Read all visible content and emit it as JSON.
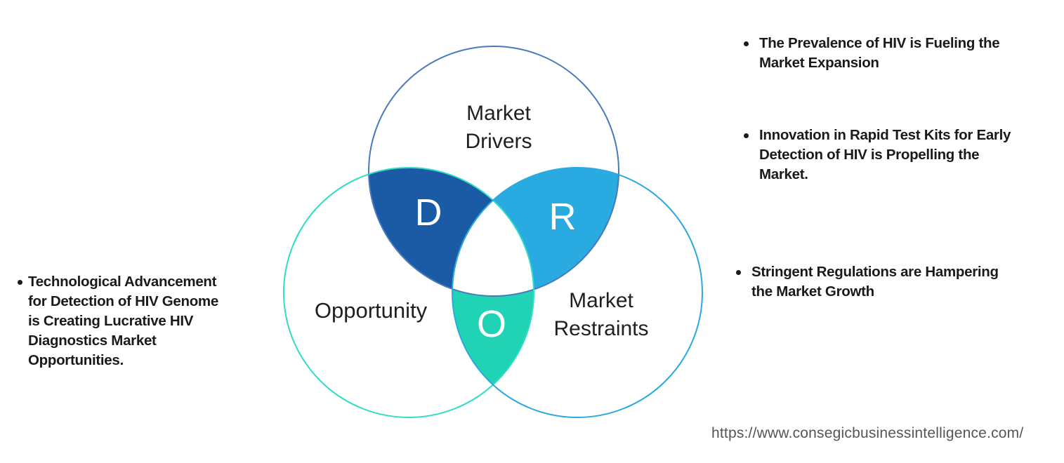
{
  "venn": {
    "drivers": {
      "label": [
        "Market",
        "Drivers"
      ],
      "letter": "D",
      "circle_color": "#4779bd",
      "overlap_color": "#1b5aa5"
    },
    "opportunity": {
      "label": "Opportunity",
      "letter": "O",
      "circle_color": "#2fdcc4",
      "overlap_color": "#21d3b5"
    },
    "restraints": {
      "label": [
        "Market",
        "Restraints"
      ],
      "letter": "R",
      "circle_color": "#2aa9e0",
      "overlap_color": "#29abe2"
    },
    "center_color": "#ffffff"
  },
  "insights": {
    "left": [
      {
        "lines": [
          "Technological Advancement",
          "for Detection of HIV Genome",
          "is Creating Lucrative HIV",
          "Diagnostics Market",
          "Opportunities."
        ]
      }
    ],
    "right": [
      {
        "lines": [
          "The Prevalence of HIV is Fueling the",
          "Market Expansion"
        ]
      },
      {
        "lines": [
          "Innovation in Rapid Test Kits for Early",
          "Detection of HIV is Propelling the",
          "Market."
        ]
      },
      {
        "lines": [
          "Stringent Regulations are Hampering",
          "the Market Growth"
        ]
      }
    ]
  },
  "footer": {
    "url": "https://www.consegicbusinessintelligence.com/"
  }
}
